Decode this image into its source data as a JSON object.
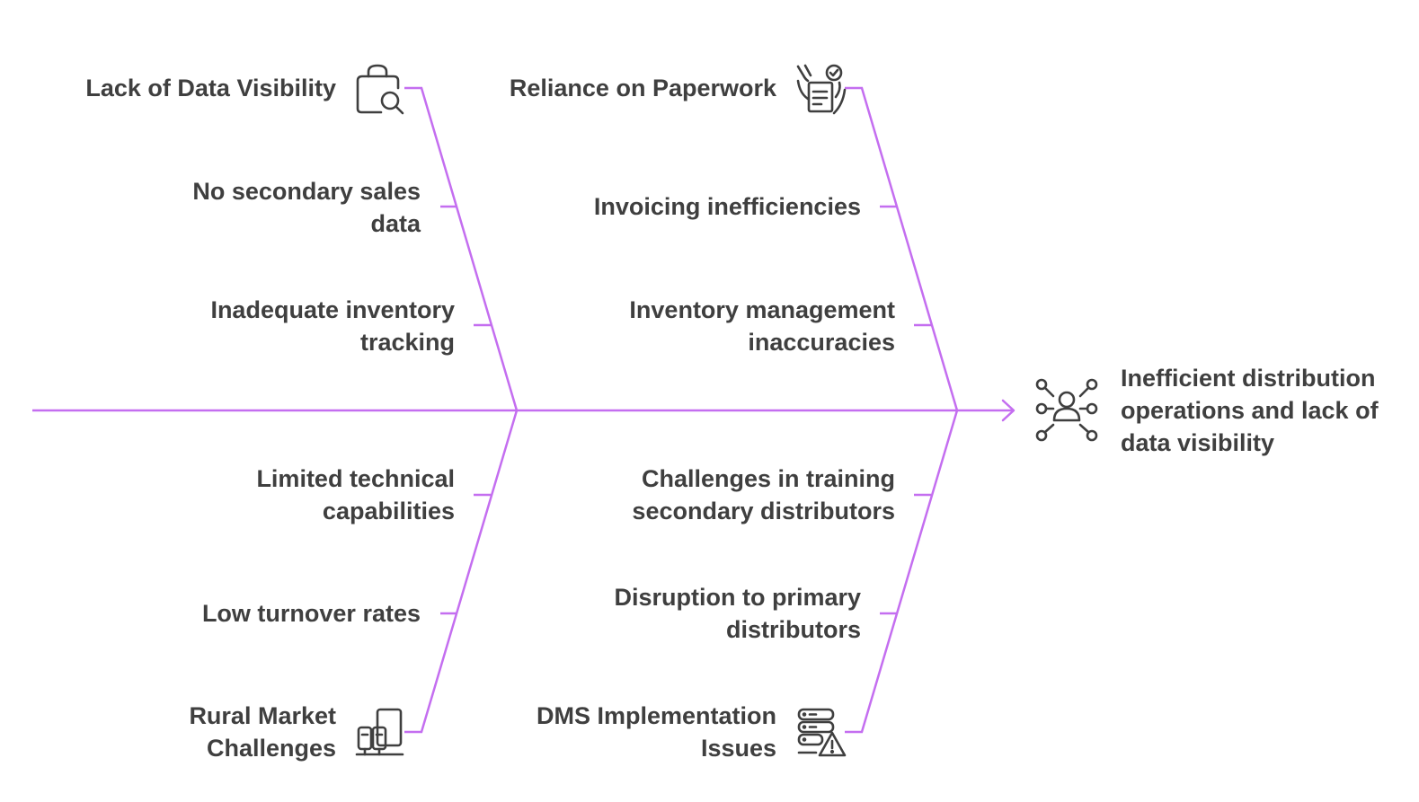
{
  "colors": {
    "line": "#c46ef0",
    "text": "#3f3f3f",
    "icon": "#3f3f3f"
  },
  "effect": {
    "label": "Inefficient distribution operations and lack of data visibility",
    "icon": "network-people-icon"
  },
  "categories": [
    {
      "id": "data-visibility",
      "title": "Lack of Data Visibility",
      "icon": "bag-search-icon",
      "causes": [
        "No secondary sales data",
        "Inadequate inventory tracking"
      ]
    },
    {
      "id": "paperwork",
      "title": "Reliance on Paperwork",
      "icon": "hand-document-check-icon",
      "causes": [
        "Invoicing inefficiencies",
        "Inventory management inaccuracies"
      ]
    },
    {
      "id": "rural",
      "title": "Rural Market Challenges",
      "icon": "rural-devices-icon",
      "causes": [
        "Limited technical capabilities",
        "Low turnover rates"
      ]
    },
    {
      "id": "dms",
      "title": "DMS Implementation Issues",
      "icon": "server-warning-icon",
      "causes": [
        "Challenges in training secondary distributors",
        "Disruption to primary distributors"
      ]
    }
  ]
}
